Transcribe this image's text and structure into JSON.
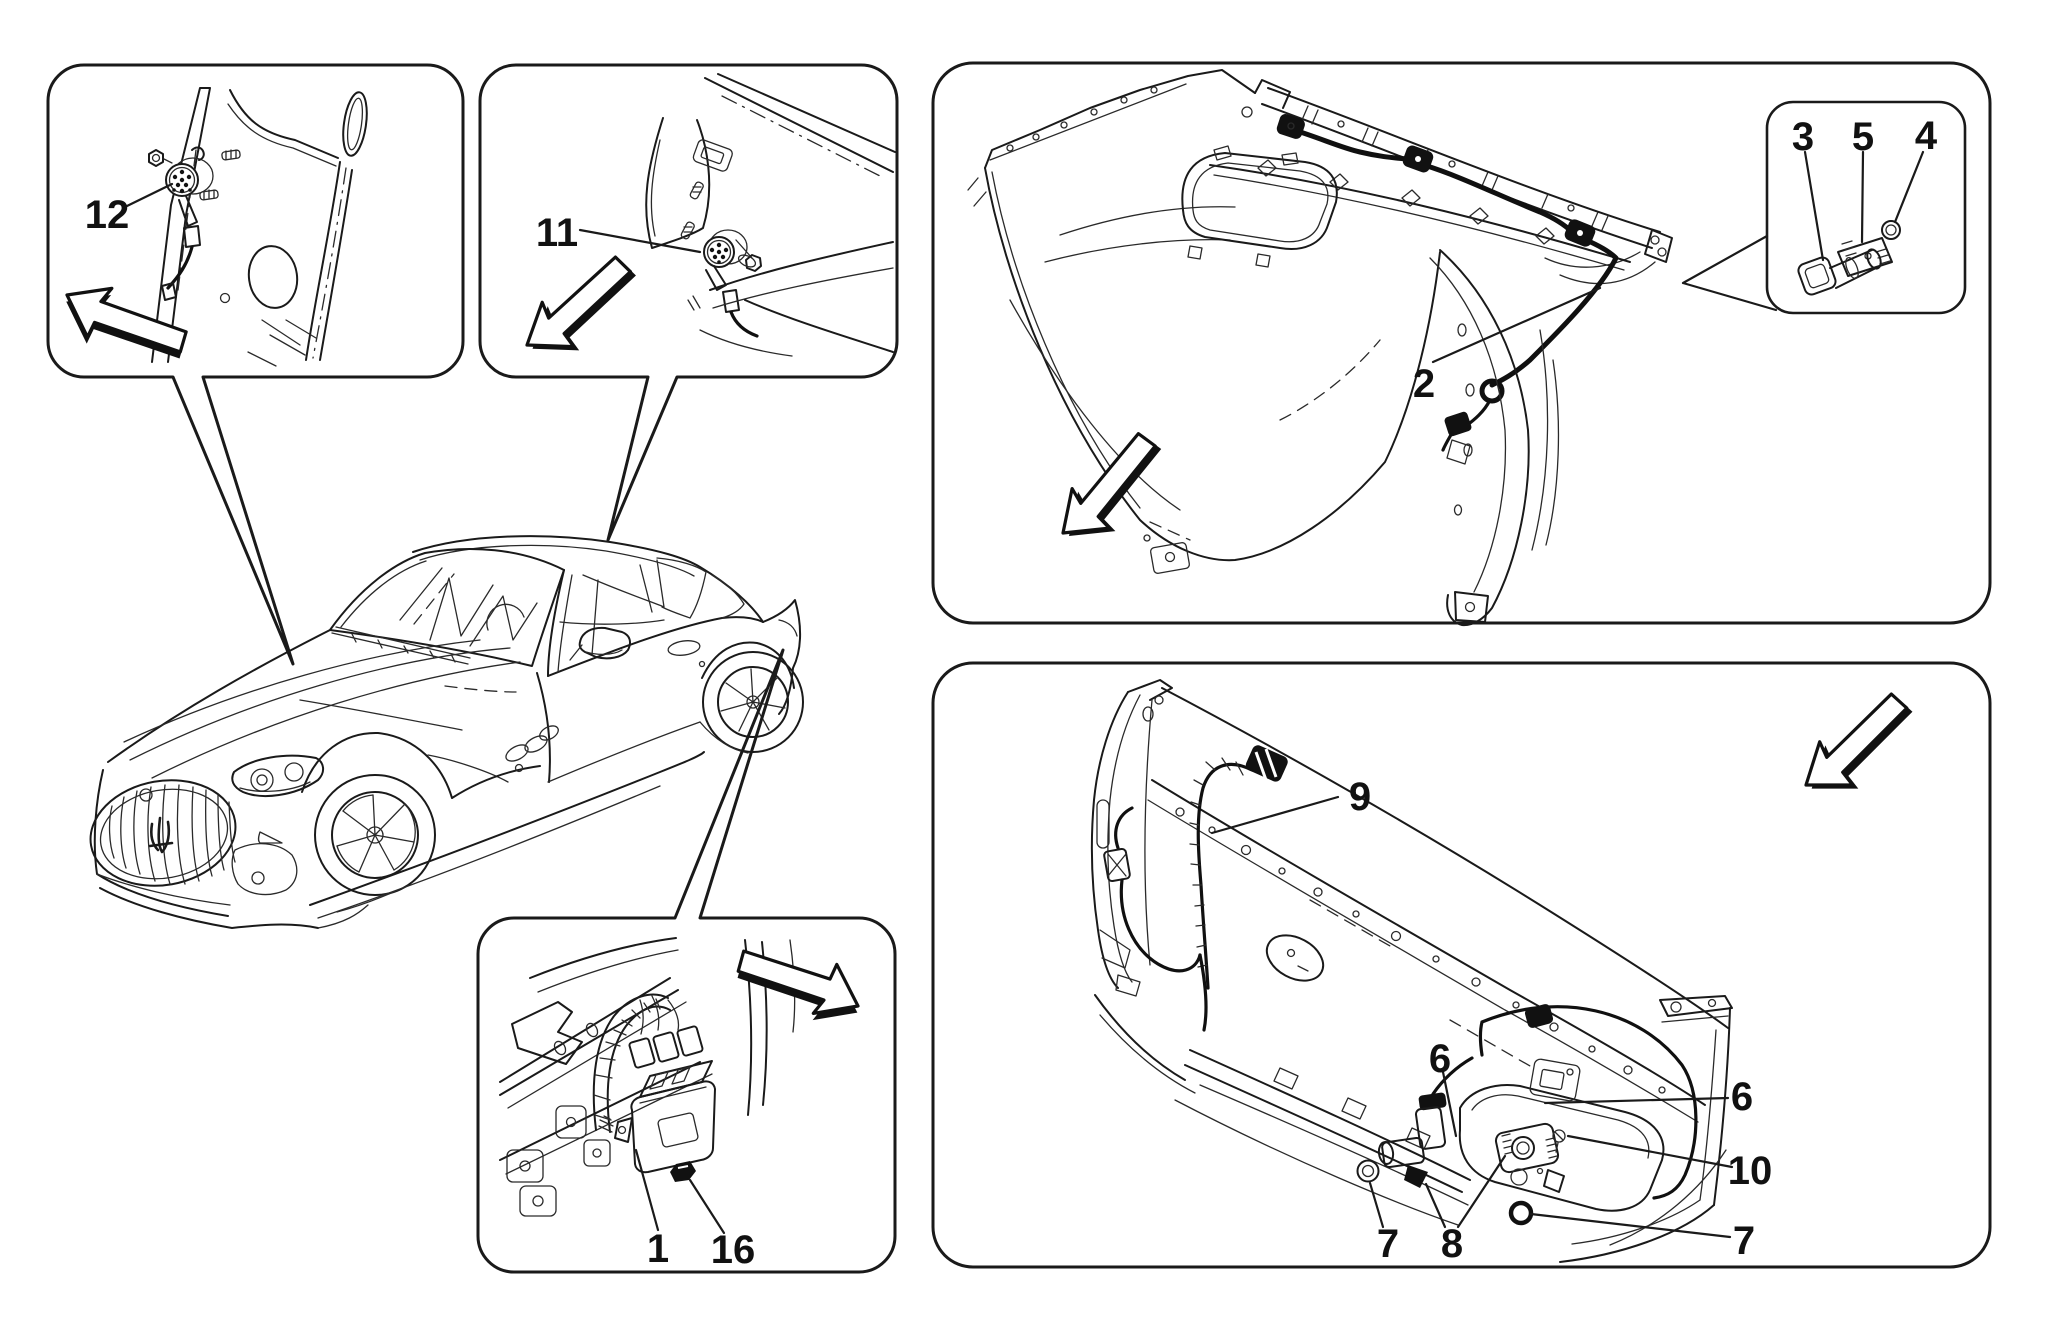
{
  "document": {
    "type": "vehicle-parts-diagram",
    "subject": "parking sensors",
    "background_color": "#ffffff",
    "line_color": "#1a1a1a",
    "accent_black": "#111111"
  },
  "part_labels": {
    "l12": "12",
    "l11": "11",
    "l2": "2",
    "l3": "3",
    "l5": "5",
    "l4": "4",
    "l9": "9",
    "l6a": "6",
    "l6b": "6",
    "l10": "10",
    "l7a": "7",
    "l7b": "7",
    "l8": "8",
    "l1": "1",
    "l16": "16"
  },
  "panels": [
    {
      "name": "pillar-buzzer-detail",
      "parts": [
        "12"
      ],
      "arrow_direction": "northwest"
    },
    {
      "name": "dashboard-buzzer-detail",
      "parts": [
        "11"
      ],
      "arrow_direction": "southwest"
    },
    {
      "name": "rear-bumper-detail",
      "parts": [
        "2"
      ],
      "inset_parts": [
        "3",
        "5",
        "4"
      ],
      "arrow_direction": "southwest"
    },
    {
      "name": "front-bumper-detail",
      "parts": [
        "9",
        "6",
        "6",
        "10",
        "7",
        "8",
        "7"
      ],
      "arrow_direction": "southwest"
    },
    {
      "name": "control-unit-detail",
      "parts": [
        "1",
        "16"
      ],
      "arrow_direction": "southeast"
    }
  ],
  "vehicle": {
    "view": "three-quarter front, coupe"
  }
}
